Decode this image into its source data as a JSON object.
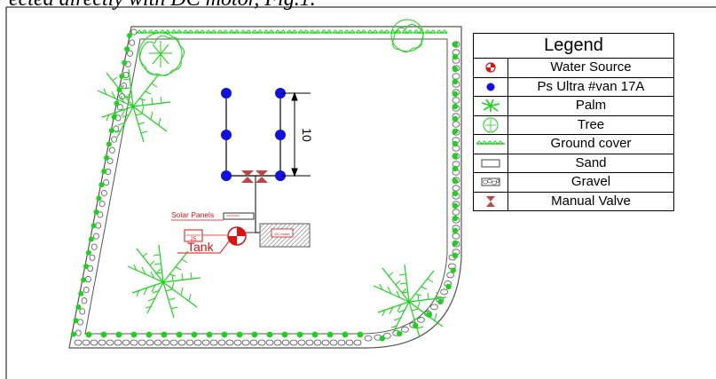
{
  "caption": "ected directly with DC motor, Fig.1.",
  "colors": {
    "green": "#19d419",
    "red": "#e01010",
    "blue": "#1010e0",
    "valve": "#b84a4a"
  },
  "legend": {
    "title": "Legend",
    "items": [
      {
        "icon": "water-source-icon",
        "label": "Water Source"
      },
      {
        "icon": "emitter-icon",
        "label": "Ps Ultra  #van 17A"
      },
      {
        "icon": "palm-icon",
        "label": "Palm"
      },
      {
        "icon": "tree-icon",
        "label": "Tree"
      },
      {
        "icon": "ground-cover-icon",
        "label": "Ground cover"
      },
      {
        "icon": "sand-icon",
        "label": "Sand"
      },
      {
        "icon": "gravel-icon",
        "label": "Gravel"
      },
      {
        "icon": "manual-valve-icon",
        "label": "Manual Valve"
      }
    ]
  },
  "plan": {
    "spacing_label": "10",
    "solar_label": "Solar Panels",
    "tank_label": "Tank",
    "tank_box_label": "25",
    "box_label": "DC motor"
  }
}
